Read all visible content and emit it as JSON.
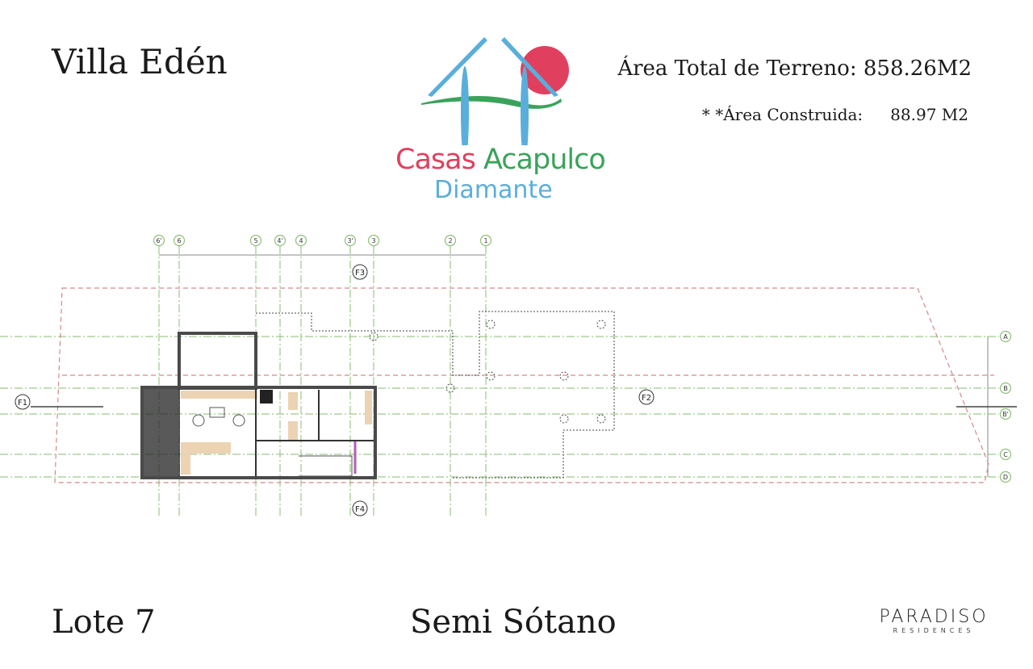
{
  "header": {
    "title": "Villa Edén",
    "area_total_label": "Área Total de Terreno:",
    "area_total_value": "858.26M2",
    "area_built_label": "* *Área Construida:",
    "area_built_value": "88.97 M2"
  },
  "logo": {
    "brand_part1": "Casas",
    "brand_part2": "Acapulco",
    "brand_part3": "Diamante",
    "colors": {
      "red": "#e0405e",
      "green": "#3aa35a",
      "blue": "#5aaedc"
    }
  },
  "footer": {
    "lot": "Lote 7",
    "level": "Semi Sótano",
    "partner_logo_main": "PARADISO",
    "partner_logo_sub": "RESIDENCES"
  },
  "plan": {
    "grid_columns": [
      "6'",
      "6",
      "5",
      "4'",
      "4",
      "3'",
      "3",
      "2",
      "1"
    ],
    "grid_rows": [
      "A",
      "B",
      "B'",
      "C",
      "D"
    ],
    "section_marks": [
      "F1",
      "F2",
      "F3",
      "F4"
    ],
    "colors": {
      "grid": "#9cc98a",
      "boundary": "#d08a8a",
      "wood": "#ecd3b3",
      "accent": "#b060b0"
    }
  }
}
